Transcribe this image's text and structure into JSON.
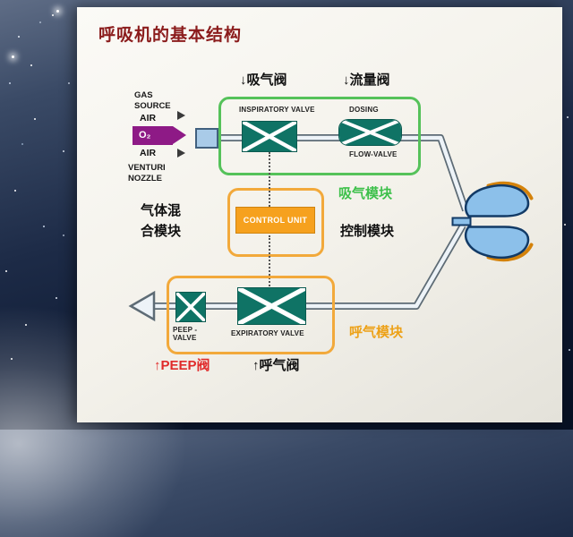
{
  "slide": {
    "title": "呼吸机的基本结构"
  },
  "gas_source": {
    "label": "GAS\nSOURCE",
    "air_top": "AIR",
    "o2_label": "O₂",
    "air_bottom": "AIR",
    "venturi_label": "VENTURI\nNOZZLE"
  },
  "callouts": {
    "inspiratory_valve": "↓吸气阀",
    "flow_valve": "↓流量阀",
    "peep_valve": "↑PEEP阀",
    "expiratory_valve": "↑呼气阀"
  },
  "inspiratory_module": {
    "valve_caption": "INSPIRATORY VALVE",
    "dosing_caption": "DOSING",
    "flow_valve_caption": "FLOW-VALVE",
    "module_label": "吸气模块"
  },
  "control_module": {
    "gas_mixing_label": "气体混\n合模块",
    "control_unit_label": "CONTROL UNIT",
    "module_label": "控制模块"
  },
  "expiratory_module": {
    "peep_valve_caption": "PEEP -\nVALVE",
    "valve_caption": "EXPIRATORY VALVE",
    "module_label": "呼气模块"
  },
  "colors": {
    "title_maroon": "#8b1c1c",
    "module_green": "#3dc04a",
    "module_orange": "#eda117",
    "green_frame": "#55c25a",
    "orange_frame": "#f2a93b",
    "valve_teal": "#0f7365",
    "o2_purple": "#8e1a86",
    "peep_red": "#e02a2a",
    "control_unit_orange": "#f6a11e"
  }
}
